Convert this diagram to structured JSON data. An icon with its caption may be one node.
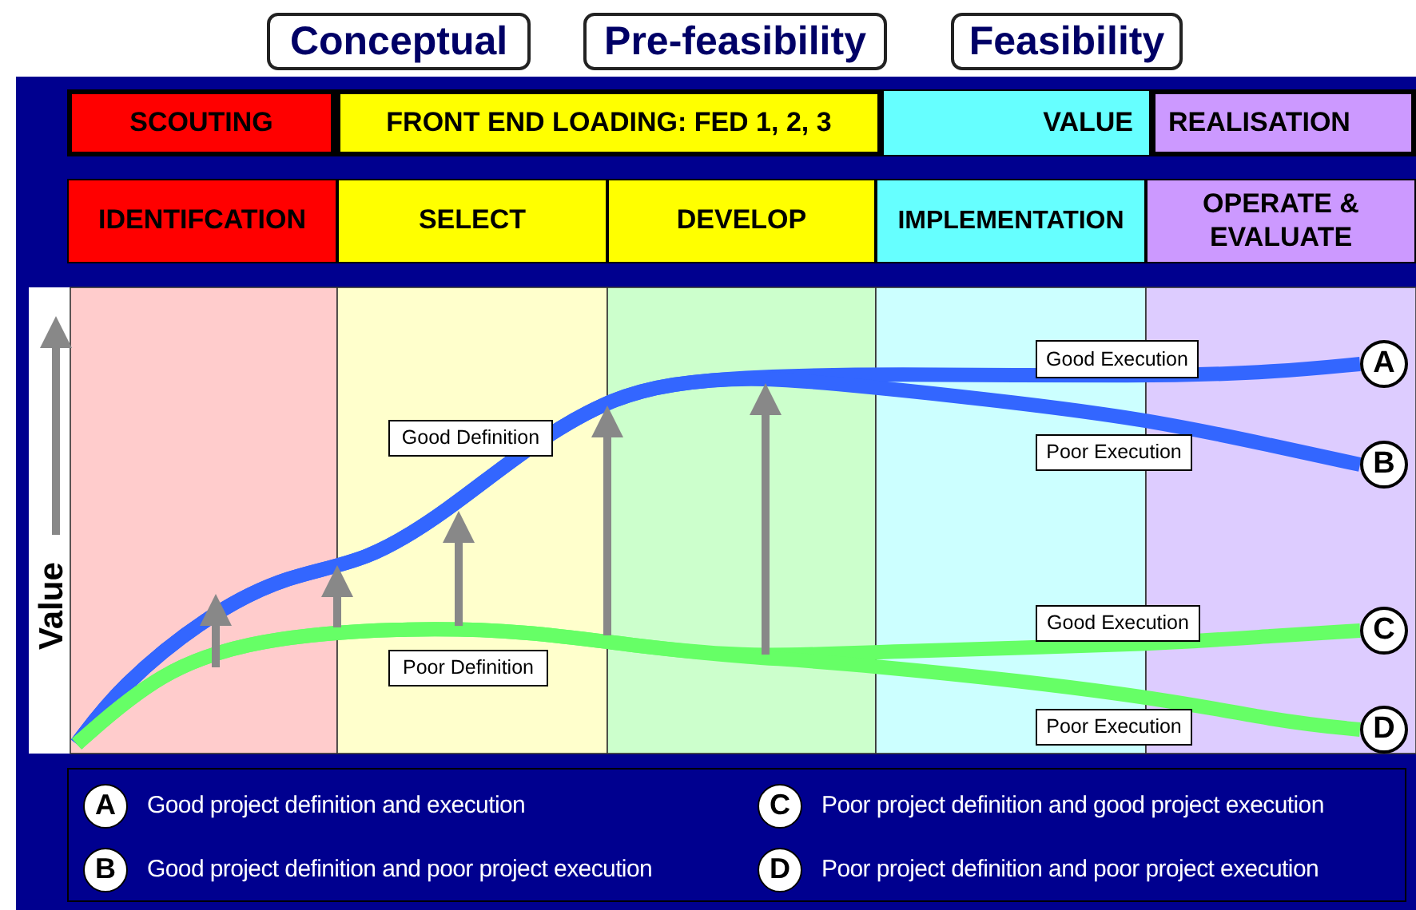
{
  "diagram": {
    "nodes": [
      {
        "text": [
          "Conceptual"
        ]
      },
      {
        "text": [
          "Pre-feasibility"
        ]
      },
      {
        "text": [
          "Feasibility"
        ]
      },
      {
        "text": [
          "SCOUTING"
        ]
      },
      {
        "text": [
          "FRONT  END  LOADING: FED 1, 2, 3"
        ]
      },
      {
        "text": [
          "VALUE"
        ]
      },
      {
        "text": [
          "REALISATION"
        ]
      },
      {
        "text": [
          "IDENTIFCATION"
        ]
      },
      {
        "text": [
          "SELECT"
        ]
      },
      {
        "text": [
          "DEVELOP"
        ]
      },
      {
        "text": [
          "IMPLEMENTATION"
        ]
      },
      {
        "text": [
          "OPERATE & EVALUATE"
        ]
      },
      {
        "text": [
          "Good Definition"
        ]
      },
      {
        "text": [
          "Poor Definition"
        ]
      },
      {
        "text": [
          "Good Execution"
        ]
      },
      {
        "text": [
          "Poor Execution"
        ]
      },
      {
        "text": [
          "Good Execution"
        ]
      },
      {
        "text": [
          "Poor Execution"
        ]
      },
      {
        "text": [
          "A"
        ]
      },
      {
        "text": [
          "B"
        ]
      },
      {
        "text": [
          "C"
        ]
      },
      {
        "text": [
          "D"
        ]
      },
      {
        "text": [
          "A"
        ],
        "beside": [
          "Good project definition and execution"
        ]
      },
      {
        "text": [
          "C"
        ],
        "beside": [
          "Poor project definition and good project execution"
        ]
      },
      {
        "text": [
          "B"
        ],
        "beside": [
          "Good project definition and poor project execution"
        ]
      },
      {
        "text": [
          "D"
        ],
        "beside": [
          "Poor project definition and poor project execution"
        ]
      }
    ],
    "edges": [
      {
        "from": null,
        "to": 18,
        "arrow": "none",
        "color": "#3366ff"
      },
      {
        "from": null,
        "to": 19,
        "arrow": "none",
        "color": "#3366ff"
      },
      {
        "from": null,
        "to": 20,
        "arrow": "none",
        "color": "#66ff66"
      },
      {
        "from": null,
        "to": 21,
        "arrow": "none",
        "color": "#66ff66"
      }
    ],
    "labels": [
      "Value"
    ]
  }
}
